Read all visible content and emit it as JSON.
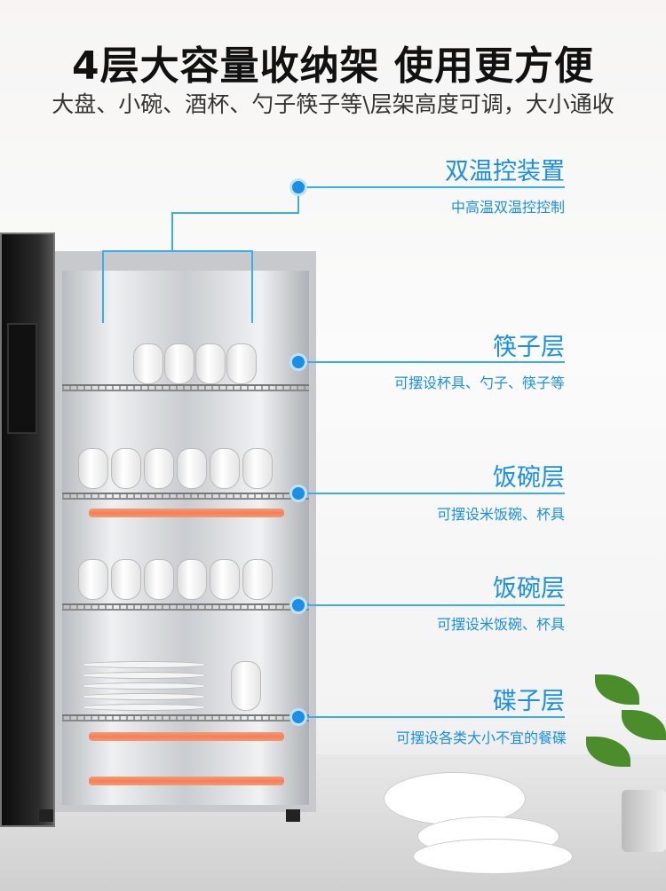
{
  "header": {
    "title": "4层大容量收纳架 使用更方便",
    "subtitle": "大盘、小碗、酒杯、勺子筷子等\\层架高度可调，大小通收"
  },
  "callouts": [
    {
      "title": "双温控装置",
      "desc": "中高温双温控控制"
    },
    {
      "title": "筷子层",
      "desc": "可摆设杯具、勺子、筷子等"
    },
    {
      "title": "饭碗层",
      "desc": "可摆设米饭碗、杯具"
    },
    {
      "title": "饭碗层",
      "desc": "可摆设米饭碗、杯具"
    },
    {
      "title": "碟子层",
      "desc": "可摆设各类大小不宜的餐碟"
    }
  ],
  "colors": {
    "accent": "#1a8fe8"
  }
}
